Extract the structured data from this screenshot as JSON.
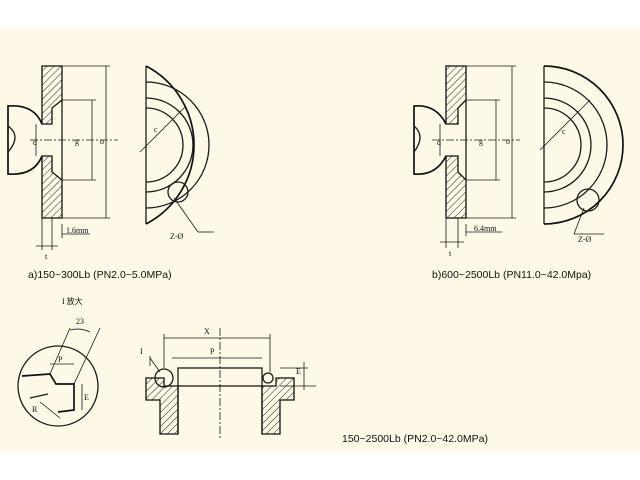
{
  "colors": {
    "paper": "#fdf9e6",
    "ink": "#111111"
  },
  "views": {
    "a": {
      "caption": "a)150~300Lb (PN2.0~5.0MPa)",
      "dim_gap": "1.6mm",
      "label_d": "d",
      "label_g": "g",
      "label_o": "o",
      "label_c": "c",
      "label_t": "t",
      "label_bolt": "Z-Ø"
    },
    "b": {
      "caption": "b)600~2500Lb (PN11.0~42.0Mpa)",
      "dim_gap": "6.4mm",
      "label_d": "d",
      "label_g": "g",
      "label_o": "o",
      "label_c": "c",
      "label_t": "t",
      "label_bolt": "Z-Ø"
    },
    "detail": {
      "title": "I 放大",
      "angle": "23",
      "label_p": "P",
      "label_r": "R",
      "label_e": "E"
    },
    "ring": {
      "label_x": "X",
      "label_p": "P",
      "label_i": "I",
      "label_e": "E",
      "caption": "150~2500Lb (PN2.0~42.0MPa)"
    }
  }
}
